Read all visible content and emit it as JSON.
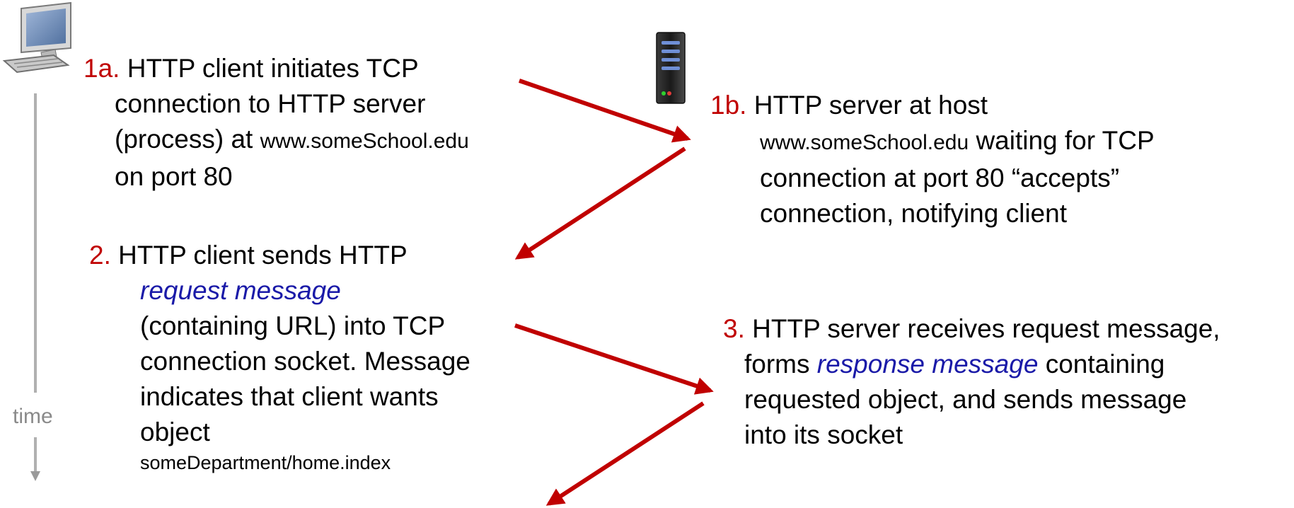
{
  "timeline": {
    "label": "time"
  },
  "step_1a": {
    "number": "1a.",
    "line1": "HTTP client initiates TCP",
    "line2": "connection to HTTP server",
    "line3_text": "(process) at",
    "line3_host": "www.someSchool.edu",
    "line4": "on port 80"
  },
  "step_1b": {
    "number": "1b.",
    "line1": "HTTP server at host",
    "line2_host": "www.someSchool.edu",
    "line2_text": "waiting for TCP",
    "line3": "connection at port 80 “accepts”",
    "line4": "connection, notifying client"
  },
  "step_2": {
    "number": "2.",
    "line1": "HTTP client sends HTTP",
    "line2_emphasis": "request message",
    "line3": "(containing URL) into TCP",
    "line4": "connection socket. Message",
    "line5": "indicates that client wants",
    "line6": "object",
    "line7": "someDepartment/home.index"
  },
  "step_3": {
    "number": "3.",
    "line1": "HTTP server receives request message,",
    "line2_pre": "forms",
    "line2_emphasis": "response message",
    "line2_post": "containing",
    "line3": "requested object, and sends message",
    "line4": "into its socket"
  },
  "colors": {
    "step_number": "#c00000",
    "emphasis": "#1a1aa8",
    "arrow": "#c00000",
    "timeline": "#b0b0b0"
  },
  "icons": [
    "desktop-computer-icon",
    "server-tower-icon"
  ]
}
